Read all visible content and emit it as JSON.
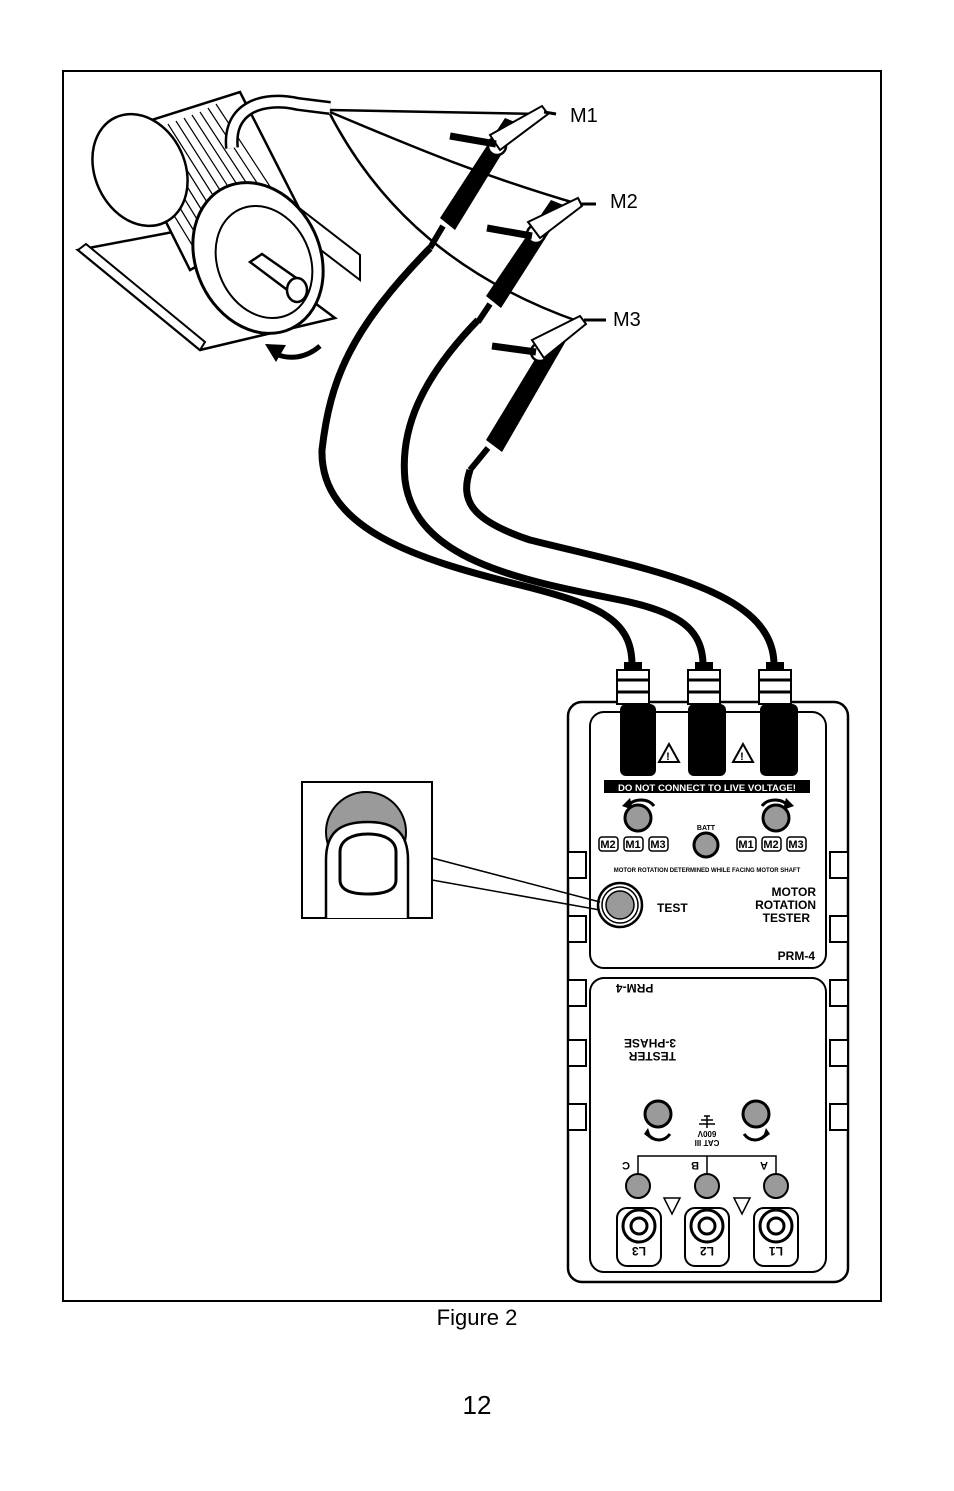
{
  "figure": {
    "probe_labels": [
      "M1",
      "M2",
      "M3"
    ],
    "tester": {
      "warning": "DO NOT CONNECT  TO LIVE  VOLTAGE!",
      "left_sequence": [
        "M2",
        "M1",
        "M3"
      ],
      "right_sequence": [
        "M1",
        "M2",
        "M3"
      ],
      "batt_label": "BATT",
      "note": "MOTOR ROTATION DETERMINED  WHILE  FACING MOTOR SHAFT",
      "test_label": "TEST",
      "title_lines": [
        "MOTOR",
        "ROTATION",
        "TESTER"
      ],
      "model": "PRM-4",
      "lower_model": "PRM-4",
      "lower_title_lines": [
        "TESTER",
        "3-PHASE"
      ],
      "cat_lines": [
        "CAT  III",
        "600V"
      ],
      "phase_letters": [
        "C",
        "B",
        "A"
      ],
      "terminal_labels": [
        "L3",
        "L2",
        "L1"
      ]
    }
  },
  "caption": "Figure 2",
  "page_number": "12"
}
